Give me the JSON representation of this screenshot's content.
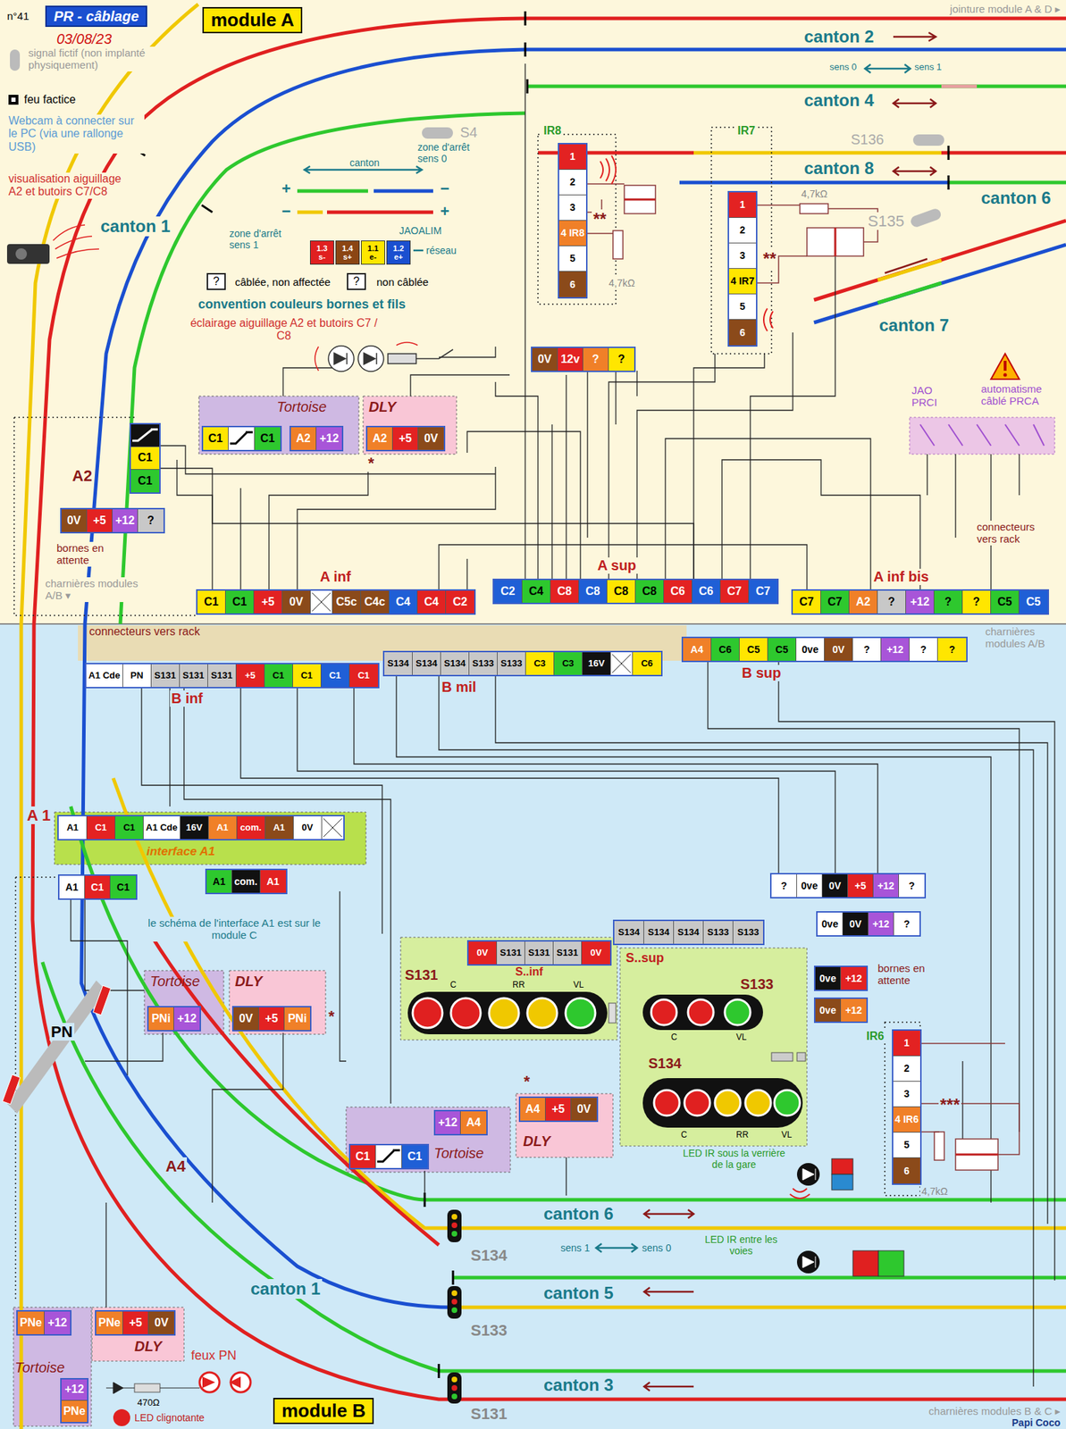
{
  "diagram": {
    "nodes": [
      {
        "text": [
          "PR - câblage"
        ]
      },
      {
        "text": [
          "module A"
        ]
      },
      {
        "text": [
          "1",
          "2",
          "3",
          "4 IR8",
          "5",
          "6"
        ]
      },
      {
        "text": [
          "1",
          "2",
          "3",
          "4 IR7",
          "5",
          "6"
        ]
      },
      {
        "text": [
          "0V",
          "12v",
          "?",
          "?"
        ]
      },
      {
        "text": [
          "Tortoise"
        ]
      },
      {
        "text": [
          "C1",
          "C1"
        ],
        "in": 5
      },
      {
        "text": [
          "A2",
          "+12"
        ],
        "in": 5
      },
      {
        "text": [
          "DLY"
        ]
      },
      {
        "text": [
          "A2",
          "+5",
          "0V"
        ],
        "in": 8
      },
      {
        "text": [
          "C1",
          "C1"
        ]
      },
      {
        "text": [
          "0V",
          "+5",
          "+12",
          "?"
        ]
      },
      {
        "text": [
          "C1",
          "C1",
          "+5",
          "0V",
          "C5c",
          "C4c",
          "C4",
          "C4",
          "C2"
        ]
      },
      {
        "text": [
          "C2",
          "C4",
          "C8",
          "C8",
          "C8",
          "C8",
          "C6",
          "C6",
          "C7",
          "C7"
        ]
      },
      {
        "text": [
          "C7",
          "C7",
          "A2",
          "?",
          "+12",
          "?",
          "?",
          "C5",
          "C5"
        ]
      },
      {
        "text": [
          "A1 Cde",
          "PN",
          "S131",
          "S131",
          "S131",
          "+5",
          "C1",
          "C1",
          "C1",
          "C1"
        ]
      },
      {
        "text": [
          "S134",
          "S134",
          "S134",
          "S133",
          "S133",
          "C3",
          "C3",
          "16V",
          "C6"
        ]
      },
      {
        "text": [
          "A4",
          "C6",
          "C5",
          "C5",
          "0ve",
          "0V",
          "?",
          "+12",
          "?",
          "?"
        ]
      },
      {
        "text": [
          "interface A1"
        ]
      },
      {
        "text": [
          "A1",
          "C1",
          "C1",
          "A1 Cde",
          "16V",
          "A1",
          "com.",
          "A1",
          "0V"
        ],
        "in": 18
      },
      {
        "text": [
          "A1",
          "C1",
          "C1"
        ]
      },
      {
        "text": [
          "A1",
          "com.",
          "A1"
        ]
      },
      {
        "text": [
          "Tortoise"
        ]
      },
      {
        "text": [
          "PNi",
          "+12"
        ],
        "in": 22
      },
      {
        "text": [
          "DLY"
        ]
      },
      {
        "text": [
          "0V",
          "+5",
          "PNi"
        ],
        "in": 24
      },
      {
        "text": [
          "S131",
          "S..inf"
        ]
      },
      {
        "text": [
          "0V",
          "S131",
          "S131",
          "S131",
          "0V"
        ],
        "in": 26
      },
      {
        "text": [
          "S133",
          "S134",
          "S..sup"
        ]
      },
      {
        "text": [
          "S134",
          "S134",
          "S134",
          "S133",
          "S133"
        ]
      },
      {
        "text": [
          "?",
          "0ve",
          "0V",
          "+5",
          "+12",
          "?"
        ]
      },
      {
        "text": [
          "0ve",
          "0V",
          "+12",
          "?"
        ]
      },
      {
        "text": [
          "0ve",
          "+12"
        ]
      },
      {
        "text": [
          "0ve",
          "+12"
        ]
      },
      {
        "text": [
          "1",
          "2",
          "3",
          "4 IR6",
          "5",
          "6"
        ]
      },
      {
        "text": [
          "Tortoise"
        ]
      },
      {
        "text": [
          "+12",
          "A4"
        ],
        "in": 35
      },
      {
        "text": [
          "C1",
          "C1"
        ],
        "in": 35
      },
      {
        "text": [
          "DLY"
        ]
      },
      {
        "text": [
          "A4",
          "+5",
          "0V"
        ],
        "in": 38
      },
      {
        "text": [
          "Tortoise"
        ]
      },
      {
        "text": [
          "PNe",
          "+12"
        ],
        "in": 40
      },
      {
        "text": [
          "+12",
          "PNe"
        ],
        "in": 40
      },
      {
        "text": [
          "DLY"
        ]
      },
      {
        "text": [
          "PNe",
          "+5",
          "0V"
        ],
        "in": 43
      },
      {
        "text": [
          "module B"
        ]
      }
    ],
    "labels": [
      "n°41",
      "03/08/23",
      "signal fictif (non implanté physiquement)",
      "feu factice",
      "Webcam à connecter sur le PC (via une rallonge USB)",
      "visualisation aiguillage A2 et butoirs C7/C8",
      "jointure module A & D ▸",
      "canton 2",
      "sens 0",
      "sens 1",
      "canton 4",
      "S4",
      "IR8",
      "IR7",
      "canton 8",
      "S136",
      "canton 6",
      "4,7kΩ",
      "4,7kΩ",
      "canton 1",
      "canton",
      "zone d'arrêt sens 0",
      "zone d'arrêt sens 1",
      "JAOALIM",
      "réseau",
      "**",
      "**",
      "S135",
      "canton 7",
      "?",
      "?",
      "convention couleurs bornes et fils",
      "éclairage aiguillage A2 et butoirs C7 / C8",
      "*",
      "A2",
      "JAO PRCI",
      "automatisme câblé PRCA",
      "bornes en attente",
      "connecteurs vers rack",
      "charnières modules A/B ▾",
      "A inf",
      "A sup",
      "A inf bis",
      "connecteurs vers rack",
      "charnières modules A/B",
      "B inf",
      "B mil",
      "B sup",
      "A 1",
      "le schéma de l'interface A1 est sur le module C",
      "*",
      "PN",
      "C",
      "RR",
      "VL",
      "C",
      "VL",
      "C",
      "RR",
      "VL",
      "bornes en attente",
      "IR6",
      "***",
      "4,7kΩ",
      "*",
      "A4",
      "LED IR sous la verrière de la gare",
      "canton 6",
      "sens 1",
      "sens 0",
      "LED IR entre les voies",
      "S134",
      "canton 5",
      "canton 1",
      "S133",
      "canton 3",
      "S131",
      "feux PN",
      "470Ω",
      "LED clignotante",
      "charnières modules B & C ▸",
      "Papi Coco",
      "+",
      "−",
      "−",
      "+"
    ],
    "legend": [
      {
        "text": "1.3 s-",
        "color": "#e02020"
      },
      {
        "text": "1.4 s+",
        "color": "#8b4513"
      },
      {
        "text": "1.1 e-",
        "color": "#ffe600"
      },
      {
        "text": "1.2 e+",
        "color": "#1a4fd0"
      },
      {
        "text": "câblée, non affectée"
      },
      {
        "text": "non câblée"
      }
    ]
  }
}
